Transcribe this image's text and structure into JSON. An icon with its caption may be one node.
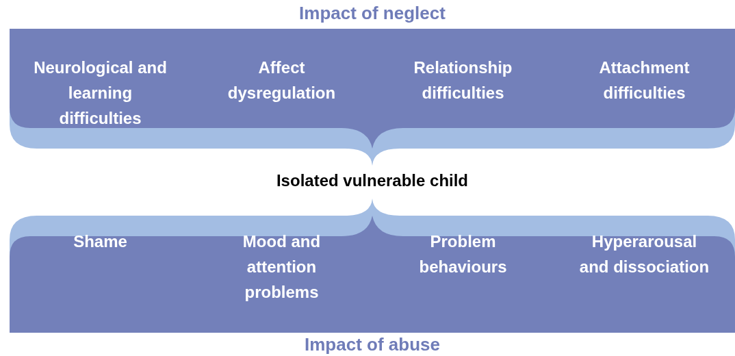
{
  "diagram": {
    "nodes": [
      {
        "text": [
          "Impact of neglect",
          "Neurological and learning difficulties",
          "Affect dysregulation",
          "Relationship difficulties",
          "Attachment difficulties"
        ]
      },
      {
        "text": [
          "Impact of abuse",
          "Shame",
          "Mood and attention problems",
          "Problem behaviours",
          "Hyperarousal and dissociation"
        ]
      }
    ],
    "labels": [
      "Isolated vulnerable child"
    ]
  }
}
